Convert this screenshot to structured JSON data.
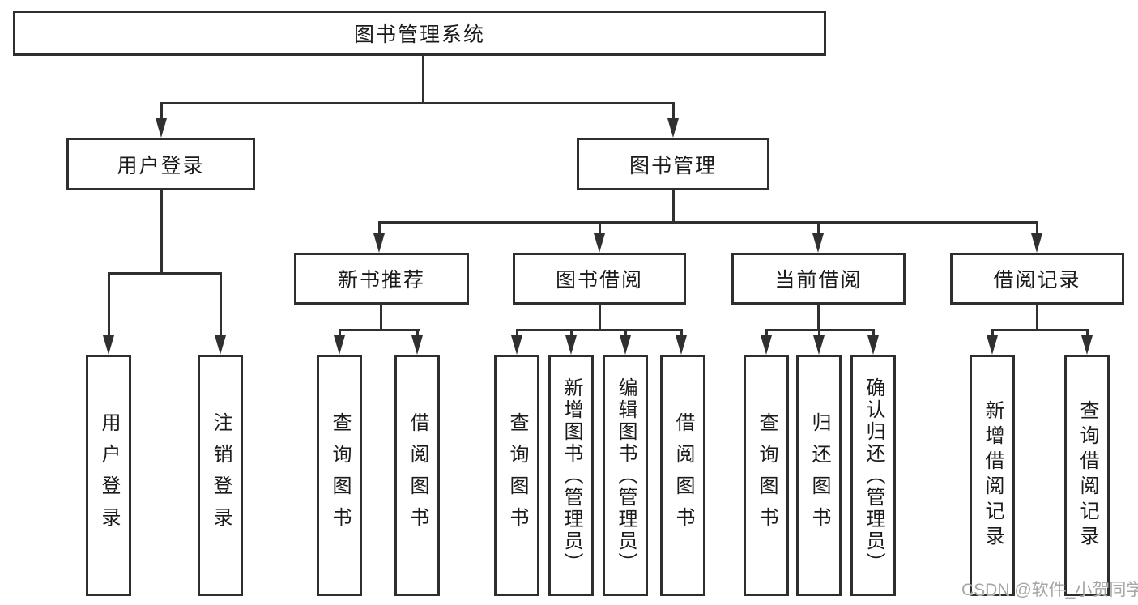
{
  "colors": {
    "line": "#303030",
    "box_border": "#2e2e2e",
    "text": "#1b1b1b",
    "watermark": "#a6a6a6",
    "background": "#ffffff"
  },
  "tree": {
    "label": "图书管理系统",
    "children": [
      {
        "label": "用户登录",
        "children": [
          {
            "label": "用户登录"
          },
          {
            "label": "注销登录"
          }
        ]
      },
      {
        "label": "图书管理",
        "children": [
          {
            "label": "新书推荐",
            "children": [
              {
                "label": "查询图书"
              },
              {
                "label": "借阅图书"
              }
            ]
          },
          {
            "label": "图书借阅",
            "children": [
              {
                "label": "查询图书"
              },
              {
                "label": "新增图书（管理员）"
              },
              {
                "label": "编辑图书（管理员）"
              },
              {
                "label": "借阅图书"
              }
            ]
          },
          {
            "label": "当前借阅",
            "children": [
              {
                "label": "查询图书"
              },
              {
                "label": "归还图书"
              },
              {
                "label": "确认归还（管理员）"
              }
            ]
          },
          {
            "label": "借阅记录",
            "children": [
              {
                "label": "新增借阅记录"
              },
              {
                "label": "查询借阅记录"
              }
            ]
          }
        ]
      }
    ]
  },
  "watermark": {
    "text": "CSDN @软件_小贺同学"
  }
}
